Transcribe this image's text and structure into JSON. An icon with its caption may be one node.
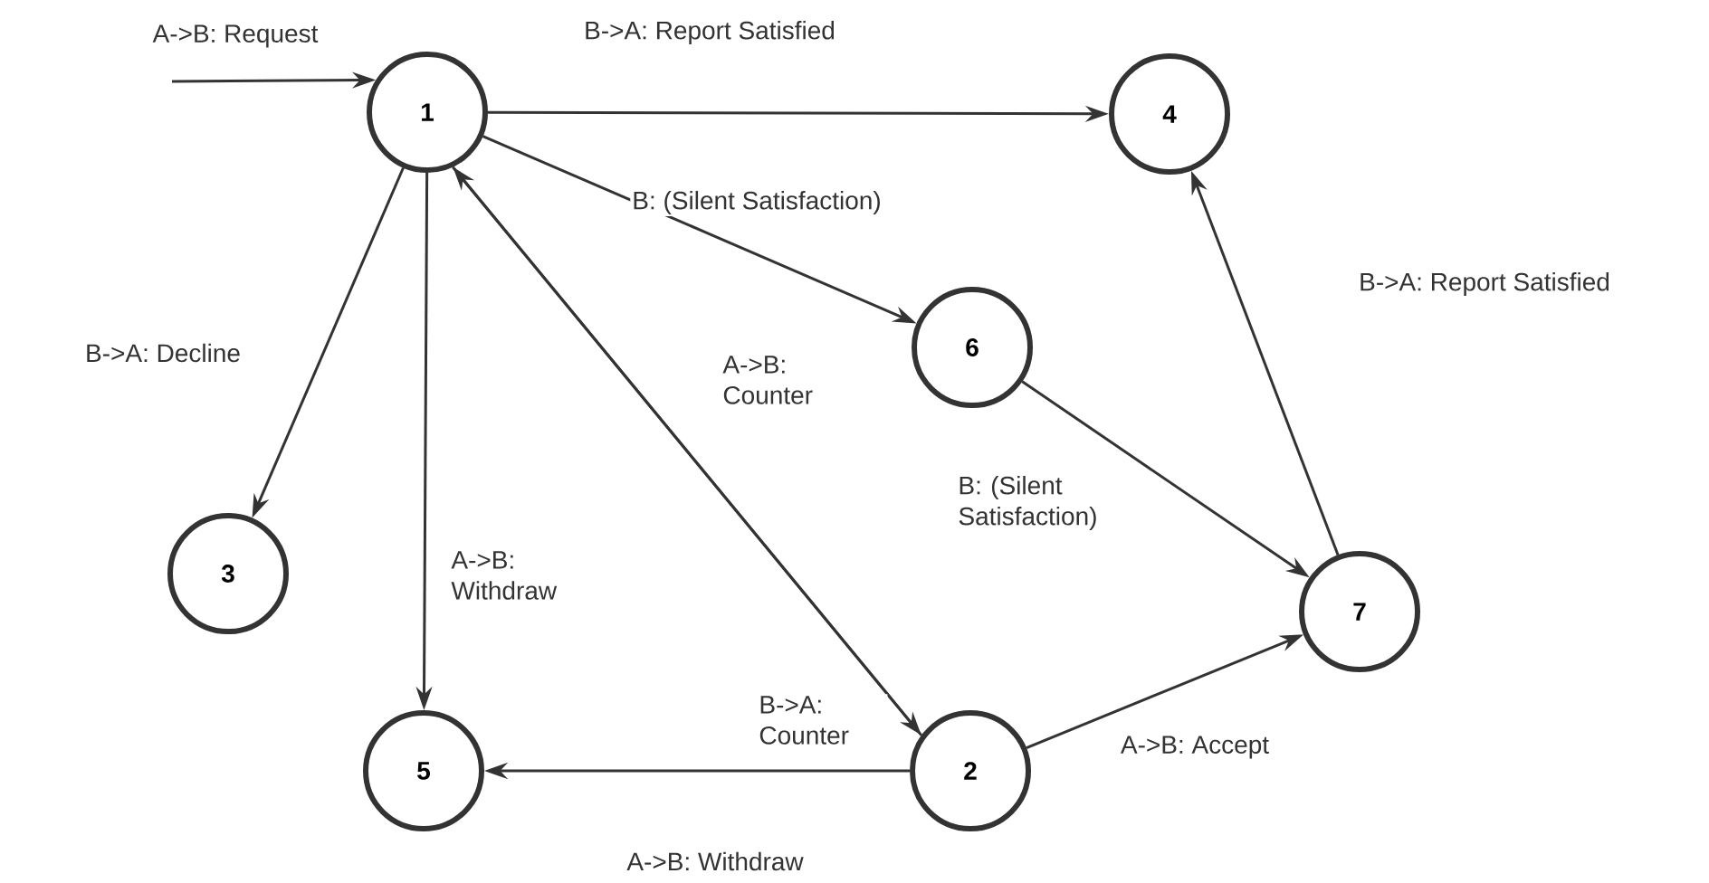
{
  "diagram": {
    "nodes": [
      {
        "text": [
          "1"
        ]
      },
      {
        "text": [
          "2"
        ]
      },
      {
        "text": [
          "3"
        ]
      },
      {
        "text": [
          "4"
        ]
      },
      {
        "text": [
          "5"
        ]
      },
      {
        "text": [
          "6"
        ]
      },
      {
        "text": [
          "7"
        ]
      }
    ],
    "edges": [
      {
        "from": null,
        "to": 0,
        "arrow": "to",
        "label": "A->B: Request"
      },
      {
        "from": 0,
        "to": 3,
        "arrow": "to",
        "label": "B->A: Report Satisfied"
      },
      {
        "from": 0,
        "to": 5,
        "arrow": "to",
        "label": "B: (Silent Satisfaction)"
      },
      {
        "from": 0,
        "to": 2,
        "arrow": "to",
        "label": "B->A: Decline"
      },
      {
        "from": 0,
        "to": 4,
        "arrow": "to",
        "label": "A->B: Withdraw"
      },
      {
        "from": 0,
        "to": 1,
        "arrow": "to",
        "label": "B->A: Counter"
      },
      {
        "from": 1,
        "to": 0,
        "arrow": "to",
        "label": "A->B: Counter"
      },
      {
        "from": 5,
        "to": 6,
        "arrow": "to",
        "label": "B: (Silent Satisfaction)"
      },
      {
        "from": 6,
        "to": 3,
        "arrow": "to",
        "label": "B->A: Report Satisfied"
      },
      {
        "from": 1,
        "to": 4,
        "arrow": "to",
        "label": "A->B: Withdraw"
      },
      {
        "from": 1,
        "to": 6,
        "arrow": "to",
        "label": "A->B: Accept"
      }
    ]
  }
}
